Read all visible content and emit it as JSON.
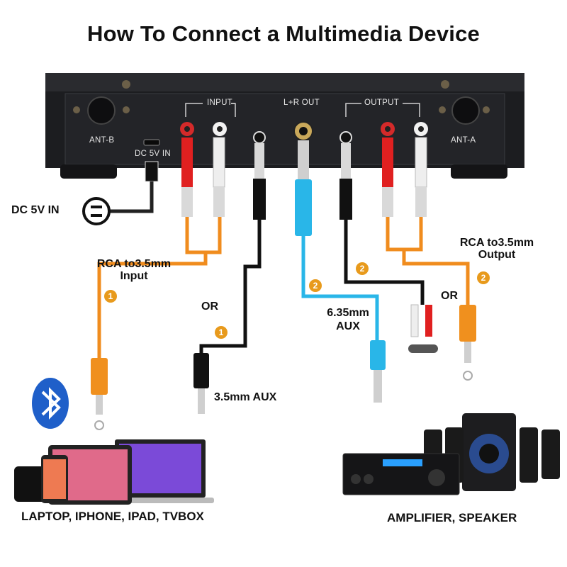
{
  "title": "How To Connect a Multimedia Device",
  "panel": {
    "ant_b": "ANT-B",
    "ant_a": "ANT-A",
    "dc_port": "DC 5V IN",
    "input": "INPUT",
    "lr_out": "L+R OUT",
    "output": "OUTPUT"
  },
  "labels": {
    "dc_in": "DC 5V IN",
    "rca_input_line1": "RCA to3.5mm",
    "rca_input_line2": "Input",
    "rca_output_line1": "RCA to3.5mm",
    "rca_output_line2": "Output",
    "or_left": "OR",
    "or_right": "OR",
    "aux_35": "3.5mm AUX",
    "aux_635_line1": "6.35mm",
    "aux_635_line2": "AUX",
    "sources": "LAPTOP, IPHONE, IPAD, TVBOX",
    "outputs": "AMPLIFIER, SPEAKER"
  },
  "markers": {
    "input_rca": "1",
    "input_aux": "1",
    "output_635": "2",
    "output_black": "2",
    "output_rca": "2"
  },
  "colors": {
    "cable_orange": "#f08c1e",
    "cable_black": "#111111",
    "cable_blue": "#29b6e8",
    "rca_red": "#e02020",
    "rca_white": "#eeeeee",
    "panel": "#1c1d20",
    "marker": "#e89a1c"
  }
}
